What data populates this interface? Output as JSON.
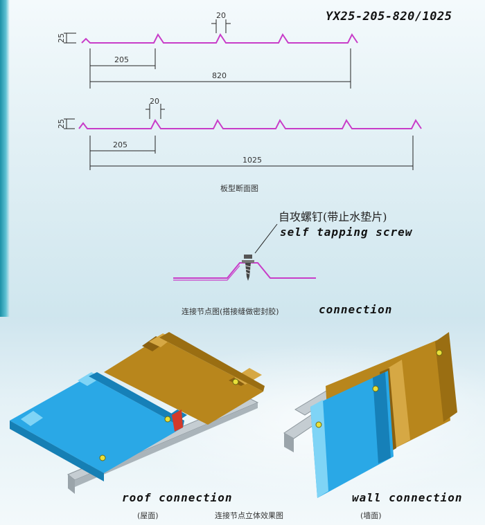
{
  "model_code": "YX25-205-820/1025",
  "profile_820": {
    "height": "25",
    "rib": "20",
    "pitch": "205",
    "width": "820"
  },
  "profile_1025": {
    "height": "25",
    "rib": "20",
    "pitch": "205",
    "width": "1025"
  },
  "section_caption": "板型断面图",
  "screw_label_cn": "自攻螺钉(带止水垫片)",
  "screw_label_en": "self tapping screw",
  "connection_caption_cn": "连接节点图(搭接缝做密封胶)",
  "connection_label_en": "connection",
  "roof_label": "roof connection",
  "roof_caption_cn": "(屋面)",
  "wall_label": "wall connection",
  "wall_caption_cn": "(墙面)",
  "iso_caption_cn": "连接节点立体效果图",
  "colors": {
    "profile_line": "#c83cc8",
    "dim_line": "#222222",
    "panel_blue": "#2aa8e6",
    "panel_tan": "#b8861c",
    "purlin": "#b9c2c8"
  }
}
